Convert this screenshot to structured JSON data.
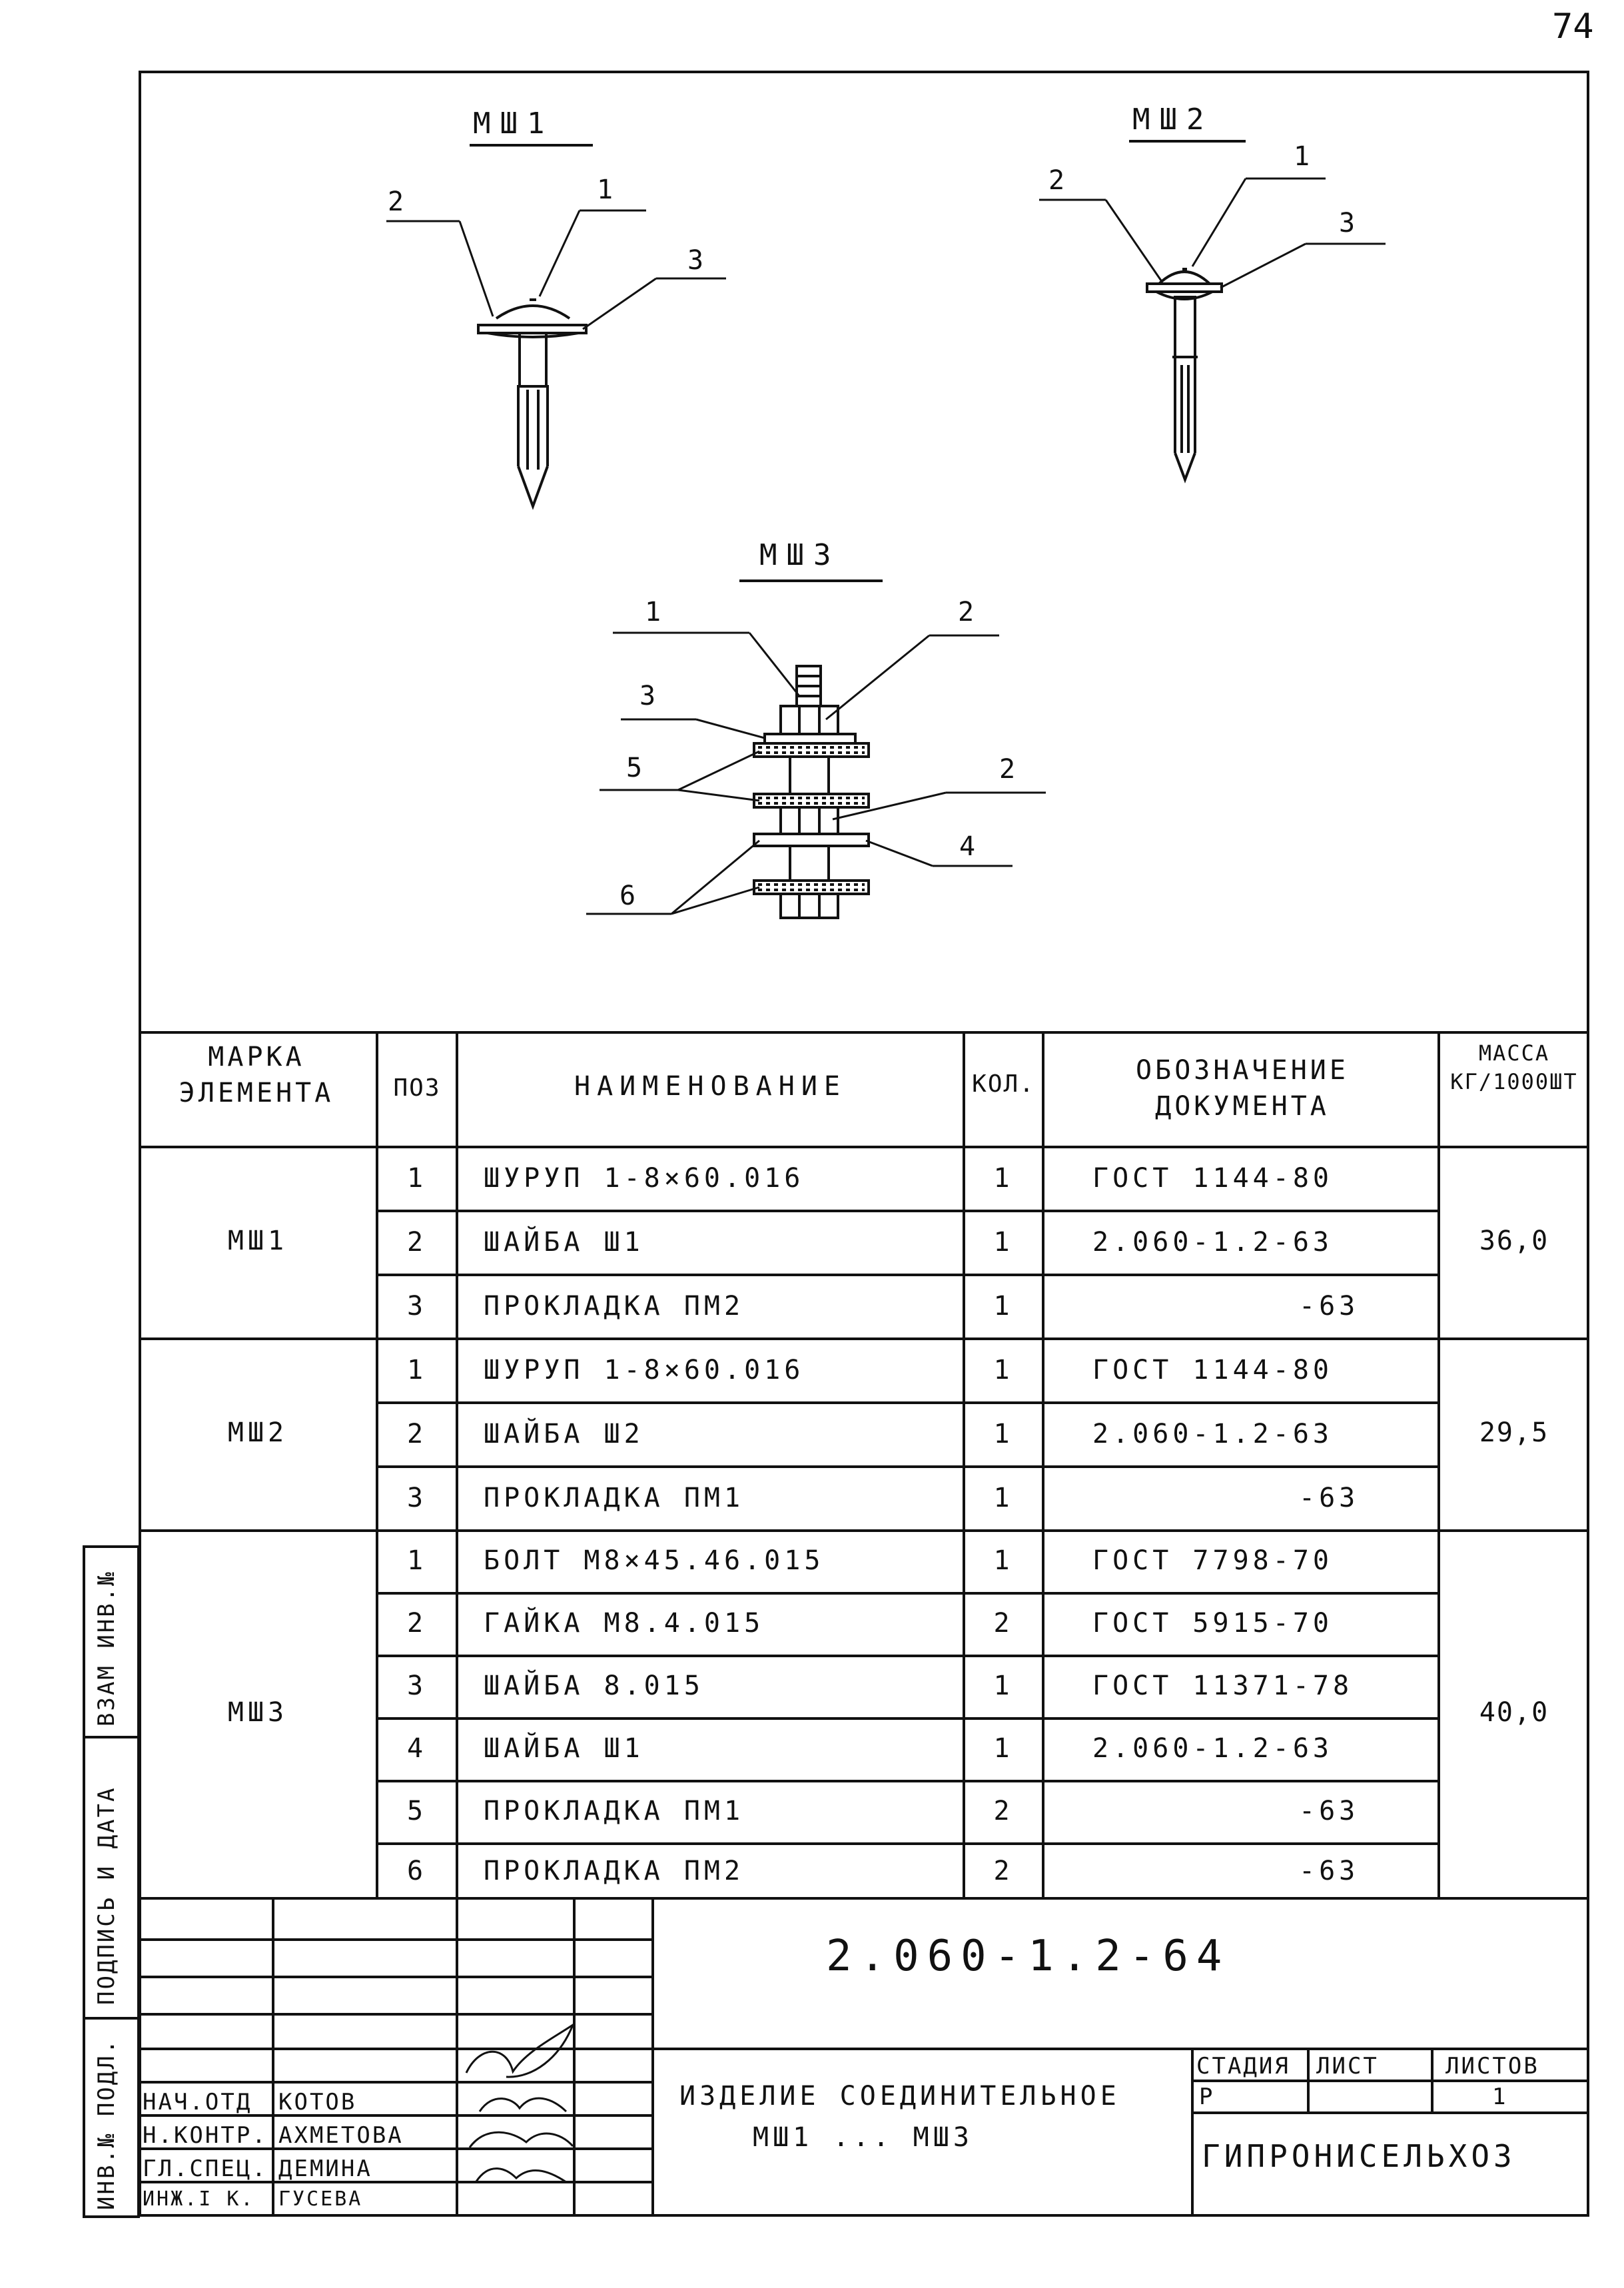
{
  "sheet_number": "74",
  "drawings": {
    "msh1": {
      "label": "МШ1",
      "callouts": [
        "2",
        "1",
        "3"
      ]
    },
    "msh2": {
      "label": "МШ2",
      "callouts": [
        "2",
        "1",
        "3"
      ]
    },
    "msh3": {
      "label": "МШ3",
      "callouts": [
        "1",
        "2",
        "3",
        "5",
        "2",
        "4",
        "6"
      ]
    }
  },
  "spec_table": {
    "headers": {
      "mark": "МАРКА ЭЛЕМЕНТА",
      "pos": "ПОЗ",
      "name": "НАИМЕНОВАНИЕ",
      "qty": "КОЛ.",
      "doc": "ОБОЗНАЧЕНИЕ ДОКУМЕНТА",
      "mass": "МАССА КГ/1000ШТ"
    },
    "groups": [
      {
        "mark": "МШ1",
        "mass": "36,0",
        "rows": [
          {
            "pos": "1",
            "name": "ШУРУП 1-8×60.016",
            "qty": "1",
            "doc": "ГОСТ 1144-80"
          },
          {
            "pos": "2",
            "name": "ШАЙБА Ш1",
            "qty": "1",
            "doc": "2.060-1.2-63"
          },
          {
            "pos": "3",
            "name": "ПРОКЛАДКА ПМ2",
            "qty": "1",
            "doc": "-63"
          }
        ]
      },
      {
        "mark": "МШ2",
        "mass": "29,5",
        "rows": [
          {
            "pos": "1",
            "name": "ШУРУП 1-8×60.016",
            "qty": "1",
            "doc": "ГОСТ 1144-80"
          },
          {
            "pos": "2",
            "name": "ШАЙБА Ш2",
            "qty": "1",
            "doc": "2.060-1.2-63"
          },
          {
            "pos": "3",
            "name": "ПРОКЛАДКА ПМ1",
            "qty": "1",
            "doc": "-63"
          }
        ]
      },
      {
        "mark": "МШ3",
        "mass": "40,0",
        "rows": [
          {
            "pos": "1",
            "name": "БОЛТ М8×45.46.015",
            "qty": "1",
            "doc": "ГОСТ 7798-70"
          },
          {
            "pos": "2",
            "name": "ГАЙКА М8.4.015",
            "qty": "2",
            "doc": "ГОСТ 5915-70"
          },
          {
            "pos": "3",
            "name": "ШАЙБА 8.015",
            "qty": "1",
            "doc": "ГОСТ 11371-78"
          },
          {
            "pos": "4",
            "name": "ШАЙБА Ш1",
            "qty": "1",
            "doc": "2.060-1.2-63"
          },
          {
            "pos": "5",
            "name": "ПРОКЛАДКА ПМ1",
            "qty": "2",
            "doc": "-63"
          },
          {
            "pos": "6",
            "name": "ПРОКЛАДКА ПМ2",
            "qty": "2",
            "doc": "-63"
          }
        ]
      }
    ]
  },
  "side_stamp": {
    "inv_podl": "ИНВ.№ ПОДЛ.",
    "signature_date": "ПОДПИСЬ И ДАТА",
    "vzam_inv": "ВЗАМ ИНВ.№"
  },
  "title_block": {
    "doc_code": "2.060-1.2-64",
    "title_line1": "ИЗДЕЛИЕ СОЕДИНИТЕЛЬНОЕ",
    "title_line2": "МШ1 ... МШ3",
    "stage_label": "СТАДИЯ",
    "sheet_label": "ЛИСТ",
    "sheets_label": "ЛИСТОВ",
    "stage_value": "Р",
    "sheet_value": "",
    "sheets_value": "1",
    "organization": "ГИПРОНИСЕЛЬХОЗ",
    "roles": [
      {
        "role": "НАЧ.ОТД",
        "name": "КОТОВ"
      },
      {
        "role": "Н.КОНТР.",
        "name": "АХМЕТОВА"
      },
      {
        "role": "ГЛ.СПЕЦ.",
        "name": "ДЕМИНА"
      },
      {
        "role": "ИНЖ.I К.",
        "name": "ГУСЕВА"
      }
    ]
  }
}
